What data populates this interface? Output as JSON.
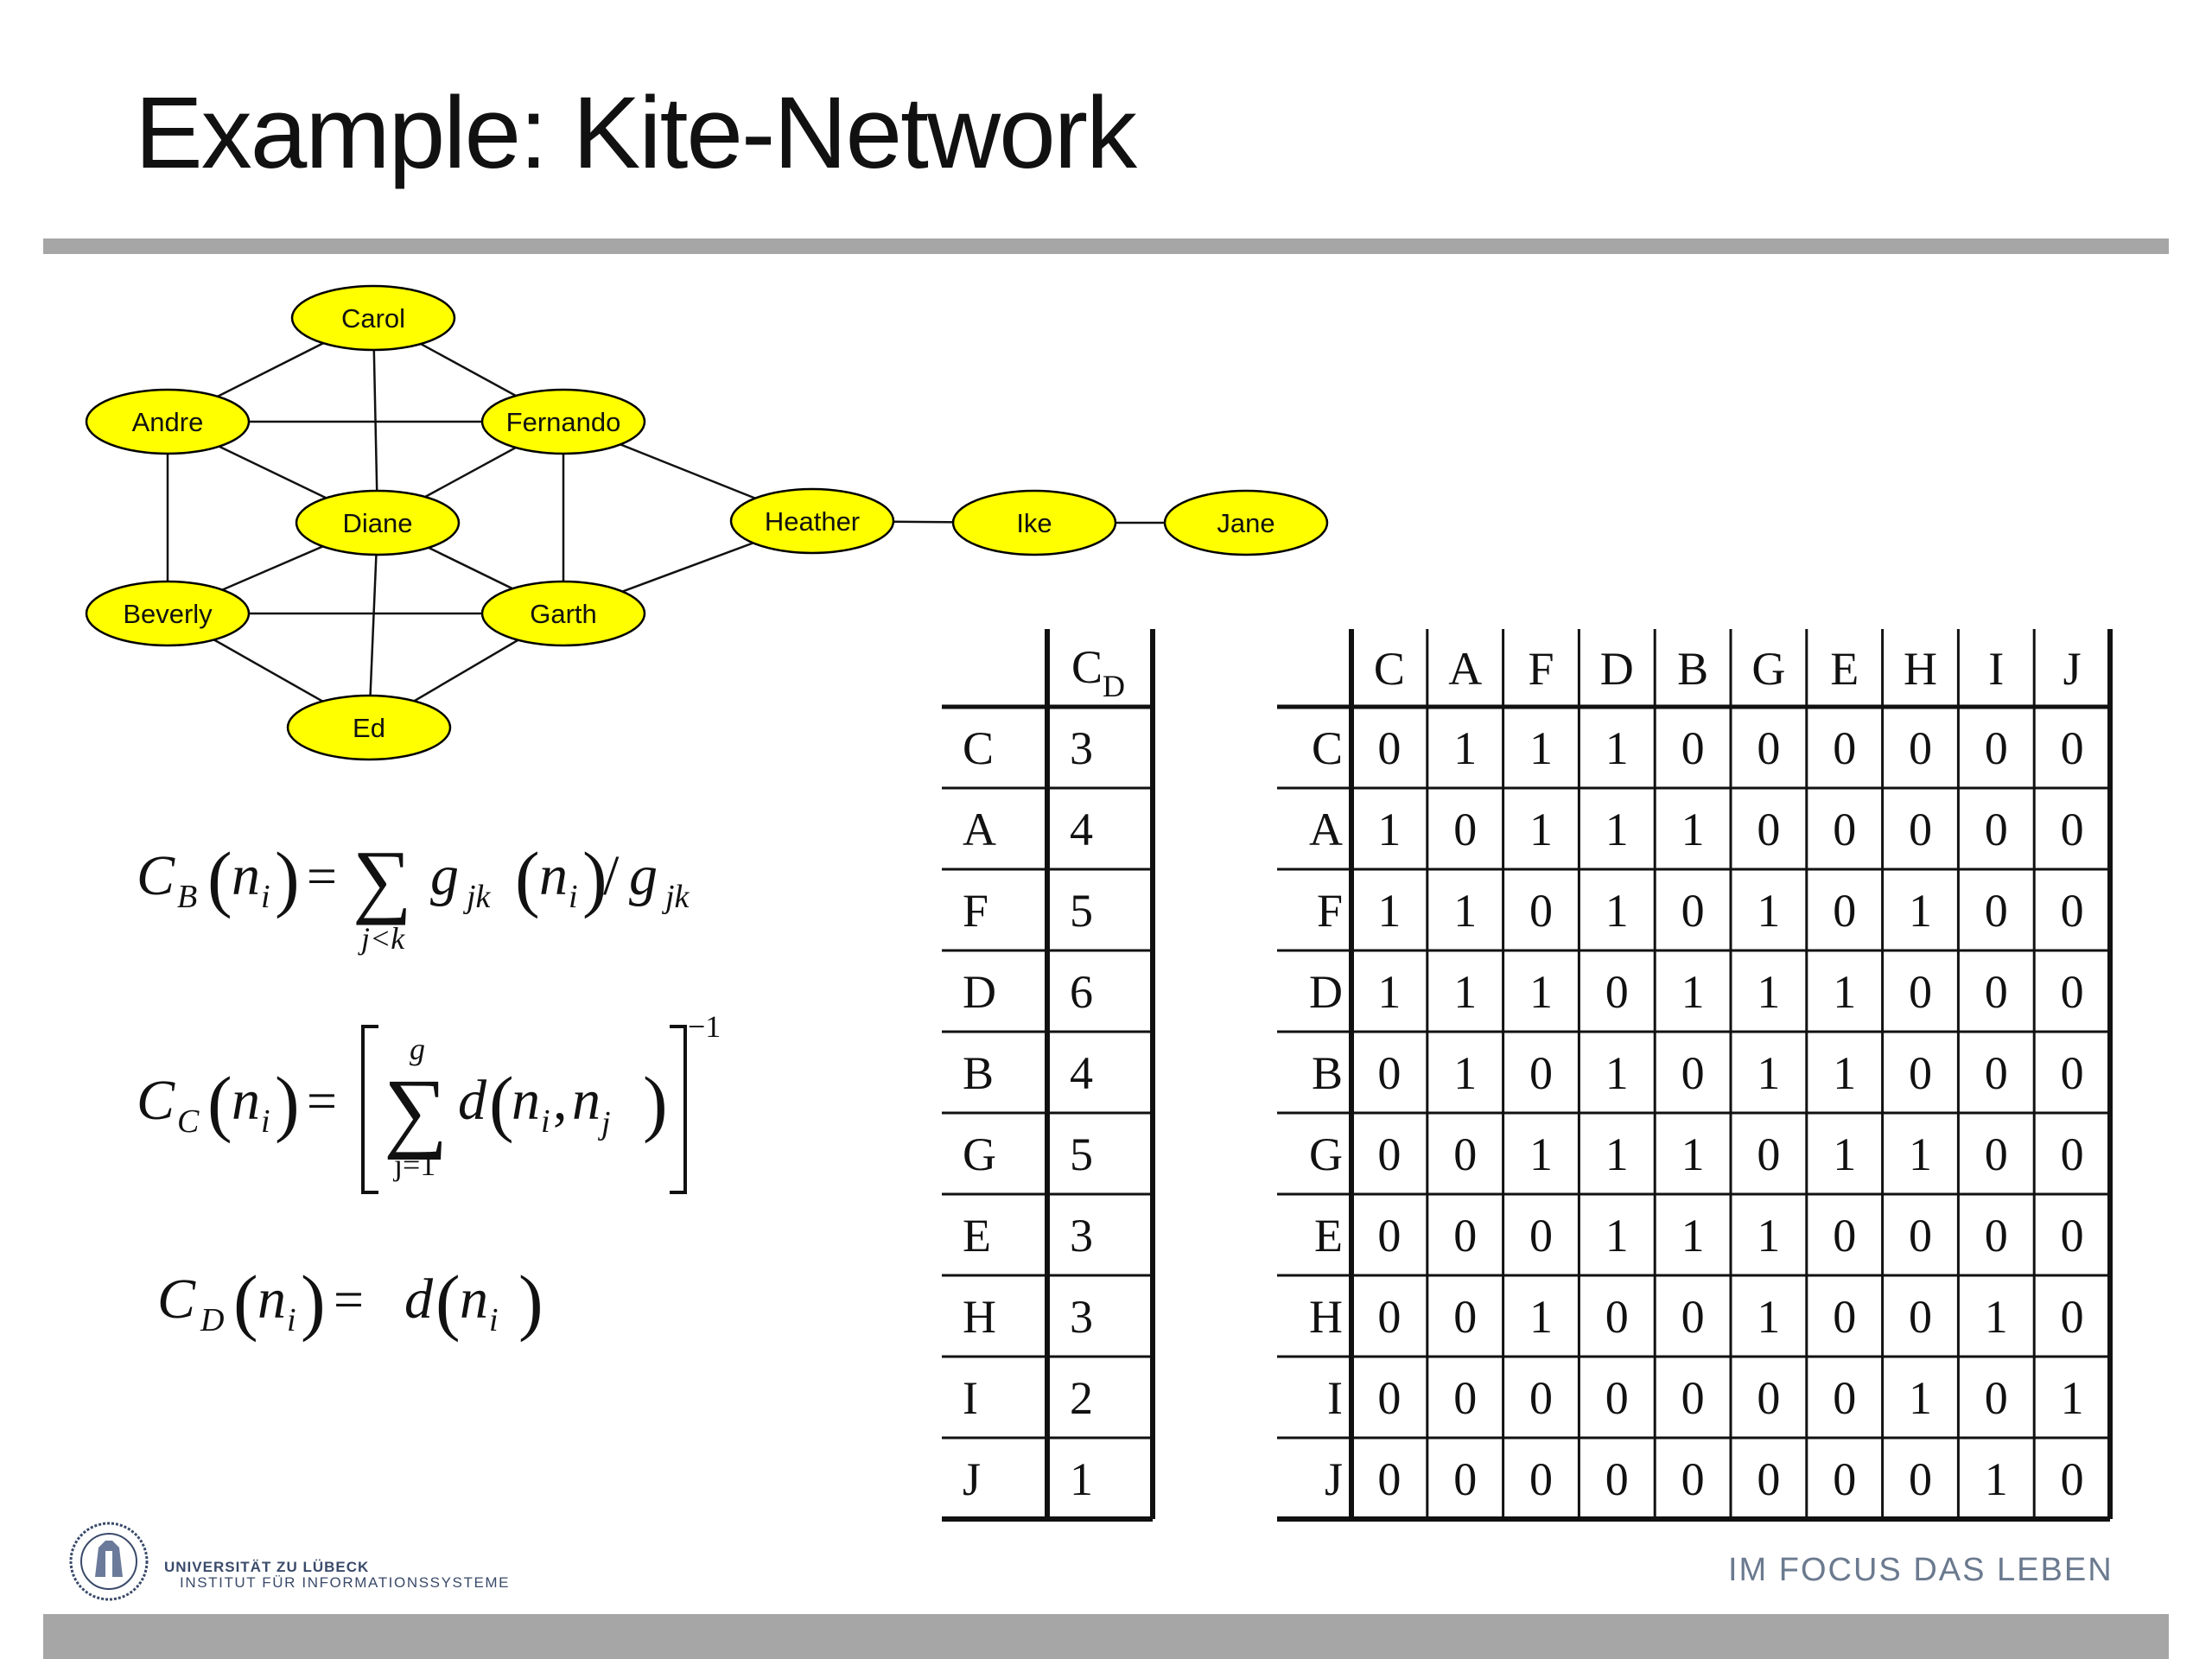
{
  "slide": {
    "title": "Example: Kite-Network"
  },
  "network": {
    "nodes": [
      {
        "id": "carol",
        "label": "Carol"
      },
      {
        "id": "andre",
        "label": "Andre"
      },
      {
        "id": "fernando",
        "label": "Fernando"
      },
      {
        "id": "diane",
        "label": "Diane"
      },
      {
        "id": "heather",
        "label": "Heather"
      },
      {
        "id": "ike",
        "label": "Ike"
      },
      {
        "id": "jane",
        "label": "Jane"
      },
      {
        "id": "beverly",
        "label": "Beverly"
      },
      {
        "id": "garth",
        "label": "Garth"
      },
      {
        "id": "ed",
        "label": "Ed"
      }
    ],
    "edges": [
      [
        "carol",
        "andre"
      ],
      [
        "carol",
        "fernando"
      ],
      [
        "carol",
        "diane"
      ],
      [
        "andre",
        "fernando"
      ],
      [
        "andre",
        "diane"
      ],
      [
        "andre",
        "beverly"
      ],
      [
        "fernando",
        "diane"
      ],
      [
        "fernando",
        "garth"
      ],
      [
        "fernando",
        "heather"
      ],
      [
        "diane",
        "beverly"
      ],
      [
        "diane",
        "garth"
      ],
      [
        "diane",
        "ed"
      ],
      [
        "beverly",
        "garth"
      ],
      [
        "beverly",
        "ed"
      ],
      [
        "garth",
        "ed"
      ],
      [
        "garth",
        "heather"
      ],
      [
        "heather",
        "ike"
      ],
      [
        "ike",
        "jane"
      ]
    ],
    "node_fill": "#ffff00",
    "node_stroke": "#000000"
  },
  "formulas": {
    "cb": {
      "lhs": "C",
      "lhs_sub": "B",
      "sum_under": "j<k",
      "g": "g",
      "g_sub": "jk"
    },
    "cc": {
      "lhs": "C",
      "lhs_sub": "C",
      "sum_top": "g",
      "sum_under": "j=1",
      "exponent": "−1"
    },
    "cd": {
      "lhs": "C",
      "lhs_sub": "D"
    }
  },
  "degree_table": {
    "header": {
      "main": "C",
      "sub": "D"
    },
    "rows": [
      {
        "label": "C",
        "value": "3"
      },
      {
        "label": "A",
        "value": "4"
      },
      {
        "label": "F",
        "value": "5"
      },
      {
        "label": "D",
        "value": "6"
      },
      {
        "label": "B",
        "value": "4"
      },
      {
        "label": "G",
        "value": "5"
      },
      {
        "label": "E",
        "value": "3"
      },
      {
        "label": "H",
        "value": "3"
      },
      {
        "label": "I",
        "value": "2"
      },
      {
        "label": "J",
        "value": "1"
      }
    ]
  },
  "adjacency_matrix": {
    "columns": [
      "C",
      "A",
      "F",
      "D",
      "B",
      "G",
      "E",
      "H",
      "I",
      "J"
    ],
    "rows": [
      {
        "label": "C",
        "values": [
          "0",
          "1",
          "1",
          "1",
          "0",
          "0",
          "0",
          "0",
          "0",
          "0"
        ]
      },
      {
        "label": "A",
        "values": [
          "1",
          "0",
          "1",
          "1",
          "1",
          "0",
          "0",
          "0",
          "0",
          "0"
        ]
      },
      {
        "label": "F",
        "values": [
          "1",
          "1",
          "0",
          "1",
          "0",
          "1",
          "0",
          "1",
          "0",
          "0"
        ]
      },
      {
        "label": "D",
        "values": [
          "1",
          "1",
          "1",
          "0",
          "1",
          "1",
          "1",
          "0",
          "0",
          "0"
        ]
      },
      {
        "label": "B",
        "values": [
          "0",
          "1",
          "0",
          "1",
          "0",
          "1",
          "1",
          "0",
          "0",
          "0"
        ]
      },
      {
        "label": "G",
        "values": [
          "0",
          "0",
          "1",
          "1",
          "1",
          "0",
          "1",
          "1",
          "0",
          "0"
        ]
      },
      {
        "label": "E",
        "values": [
          "0",
          "0",
          "0",
          "1",
          "1",
          "1",
          "0",
          "0",
          "0",
          "0"
        ]
      },
      {
        "label": "H",
        "values": [
          "0",
          "0",
          "1",
          "0",
          "0",
          "1",
          "0",
          "0",
          "1",
          "0"
        ]
      },
      {
        "label": "I",
        "values": [
          "0",
          "0",
          "0",
          "0",
          "0",
          "0",
          "0",
          "1",
          "0",
          "1"
        ]
      },
      {
        "label": "J",
        "values": [
          "0",
          "0",
          "0",
          "0",
          "0",
          "0",
          "0",
          "0",
          "1",
          "0"
        ]
      }
    ]
  },
  "footer": {
    "university": "UNIVERSITÄT ZU LÜBECK",
    "institute": "INSTITUT FÜR INFORMATIONSSYSTEME",
    "motto": "IM FOCUS DAS LEBEN"
  }
}
